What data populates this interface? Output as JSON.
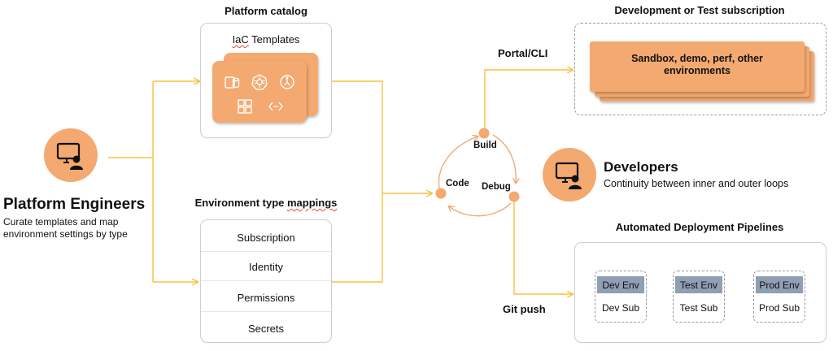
{
  "platform_catalog": {
    "title": "Platform catalog",
    "card_title_prefix": "IaC",
    "card_title_rest": " Templates",
    "icons": [
      "storage-icon",
      "kubernetes-icon",
      "function-icon",
      "grid-icon",
      "code-icon"
    ]
  },
  "environment_type_mappings": {
    "title_prefix": "Environment type ",
    "title_wavy": "mappings",
    "rows": [
      "Subscription",
      "Identity",
      "Permissions",
      "Secrets"
    ]
  },
  "platform_engineers": {
    "name": "Platform Engineers",
    "description_line1": "Curate templates and map",
    "description_line2": "environment settings by type",
    "avatar_icon": "monitor-person-icon"
  },
  "inner_loop": {
    "build": "Build",
    "code": "Code",
    "debug": "Debug"
  },
  "portal_cli": "Portal/CLI",
  "git_push": "Git push",
  "dev_test_subscription": {
    "title": "Development or Test subscription",
    "tile_line1": "Sandbox, demo, perf, other",
    "tile_line2": "environments"
  },
  "developers": {
    "name": "Developers",
    "description": "Continuity between inner and outer loops",
    "avatar_icon": "monitor-person-icon"
  },
  "pipelines": {
    "title": "Automated Deployment Pipelines",
    "envs": [
      {
        "env": "Dev Env",
        "sub": "Dev Sub"
      },
      {
        "env": "Test Env",
        "sub": "Test Sub"
      },
      {
        "env": "Prod Env",
        "sub": "Prod Sub"
      }
    ]
  },
  "colors": {
    "accent_orange": "#f3a970",
    "connector_yellow": "#f5c240",
    "env_header": "#8f9fb4"
  }
}
